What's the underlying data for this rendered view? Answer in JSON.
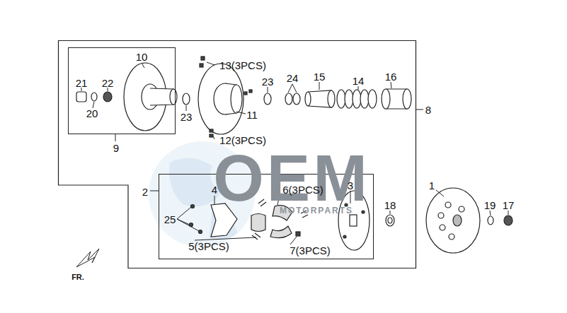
{
  "diagram": {
    "nodes": [
      {
        "text": [
          "8"
        ]
      },
      {
        "text": [
          "9"
        ],
        "in": 0
      },
      {
        "text": [
          "2"
        ],
        "in": 0
      }
    ],
    "labels": [
      "10",
      "13(3PCS)",
      "21",
      "22",
      "20",
      "23",
      "24",
      "15",
      "14",
      "16",
      "23",
      "11",
      "12(3PCS)",
      "4",
      "6(3PCS)",
      "3",
      "25",
      "18",
      "1",
      "19",
      "17",
      "5(3PCS)",
      "7(3PCS)",
      "FR.",
      "OEM",
      "MOTORPARTS"
    ]
  }
}
